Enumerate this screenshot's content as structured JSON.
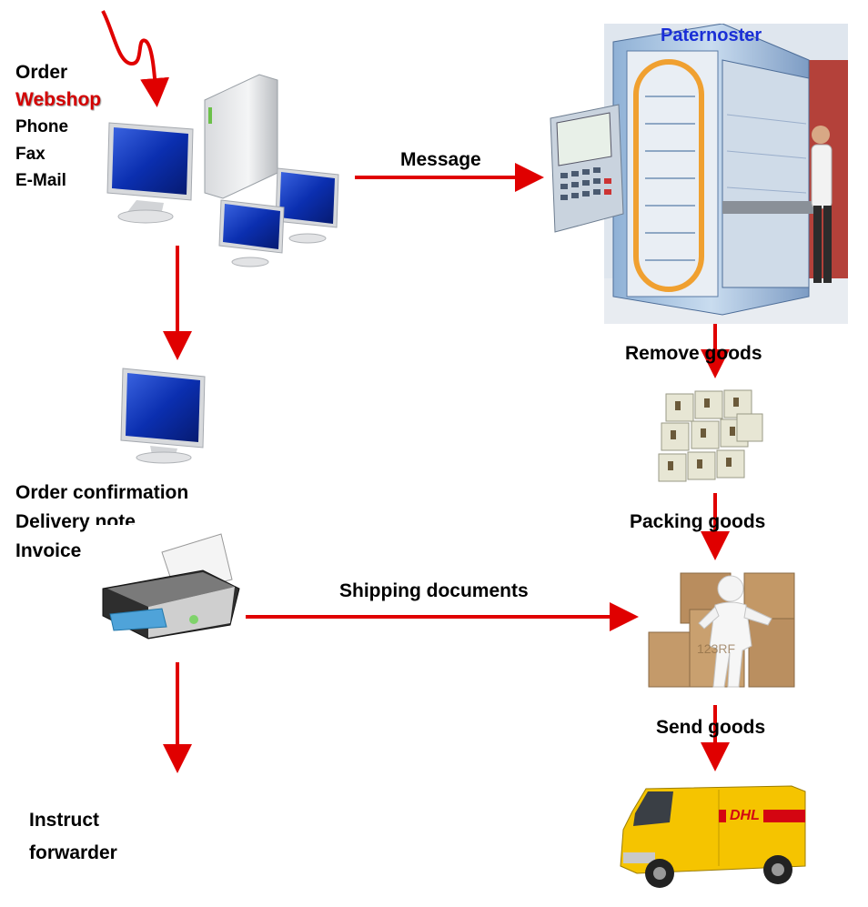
{
  "order": {
    "title": "Order",
    "channels": [
      "Webshop",
      "Phone",
      "Fax",
      "E-Mail"
    ]
  },
  "flow": {
    "message": "Message",
    "shipping_documents": "Shipping documents",
    "remove_goods": "Remove  goods",
    "packing_goods": "Packing  goods",
    "send_goods": "Send  goods"
  },
  "machine": {
    "label": "Paternoster"
  },
  "documents": [
    "Order confirmation",
    "Delivery note",
    "Invoice"
  ],
  "forwarder": [
    "Instruct",
    "forwarder"
  ],
  "van": {
    "brand": "DHL"
  },
  "boxes": {
    "watermark": "123RF"
  },
  "colors": {
    "arrow": "#e00000",
    "accent_red": "#d40000",
    "paternoster_blue": "#1a2fd6",
    "dhl_yellow": "#f5c400"
  }
}
